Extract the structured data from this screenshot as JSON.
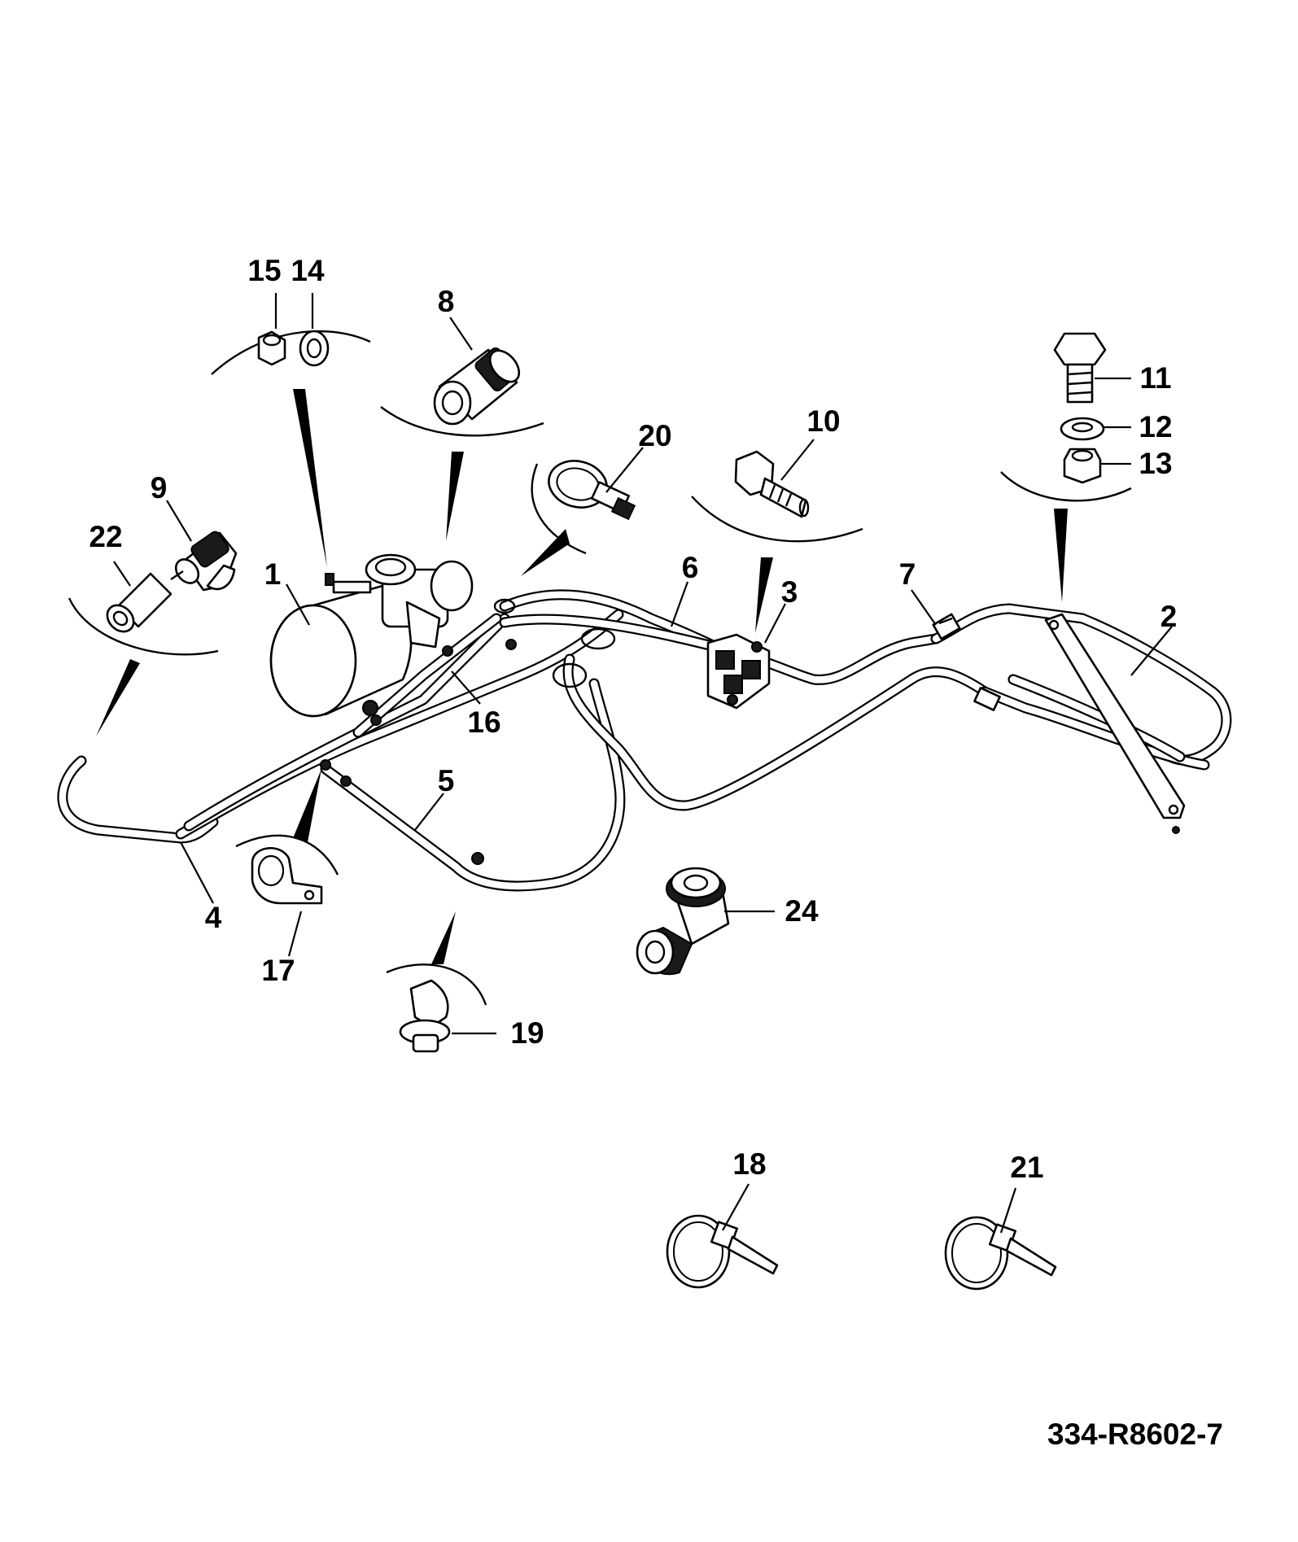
{
  "diagram": {
    "reference": "334-R8602-7",
    "callouts": [
      {
        "id": "c1",
        "label": "1"
      },
      {
        "id": "c2",
        "label": "2"
      },
      {
        "id": "c3",
        "label": "3"
      },
      {
        "id": "c4",
        "label": "4"
      },
      {
        "id": "c5",
        "label": "5"
      },
      {
        "id": "c6",
        "label": "6"
      },
      {
        "id": "c7",
        "label": "7"
      },
      {
        "id": "c8",
        "label": "8"
      },
      {
        "id": "c9",
        "label": "9"
      },
      {
        "id": "c10",
        "label": "10"
      },
      {
        "id": "c11",
        "label": "11"
      },
      {
        "id": "c12",
        "label": "12"
      },
      {
        "id": "c13",
        "label": "13"
      },
      {
        "id": "c14",
        "label": "14"
      },
      {
        "id": "c15",
        "label": "15"
      },
      {
        "id": "c16",
        "label": "16"
      },
      {
        "id": "c17",
        "label": "17"
      },
      {
        "id": "c18",
        "label": "18"
      },
      {
        "id": "c19",
        "label": "19"
      },
      {
        "id": "c20",
        "label": "20"
      },
      {
        "id": "c21",
        "label": "21"
      },
      {
        "id": "c22",
        "label": "22"
      },
      {
        "id": "c24",
        "label": "24"
      }
    ]
  }
}
